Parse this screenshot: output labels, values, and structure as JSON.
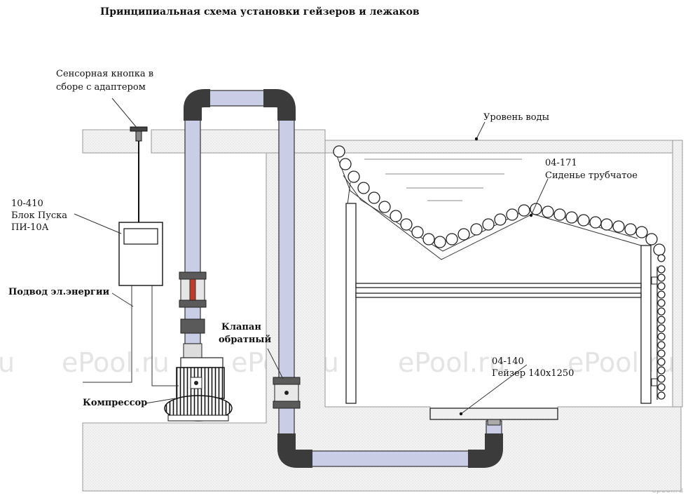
{
  "title": "Принципиальная схема установки гейзеров и лежаков",
  "labels": {
    "sensor_button": [
      "Сенсорная кнопка в",
      "сборе с адаптером"
    ],
    "start_unit": [
      "10-410",
      "Блок Пуска",
      "ПИ-10А"
    ],
    "power_supply": "Подвод эл.энергии",
    "compressor": "Компрессор",
    "check_valve": [
      "Клапан",
      "обратный"
    ],
    "water_level": "Уровень воды",
    "seat": [
      "04-171",
      "Сиденье трубчатое"
    ],
    "geyser": [
      "04-140",
      "Гейзер 140x1250"
    ]
  },
  "watermark": {
    "text": "ePool.ru",
    "partial": "u",
    "logo": "epool.ru"
  },
  "colors": {
    "pipe": "#c9cde6",
    "fitting": "#3b3b3b",
    "ground": "#f1f1f1",
    "watermark": "#e4e4e4",
    "valve_accent": "#c0392b"
  }
}
